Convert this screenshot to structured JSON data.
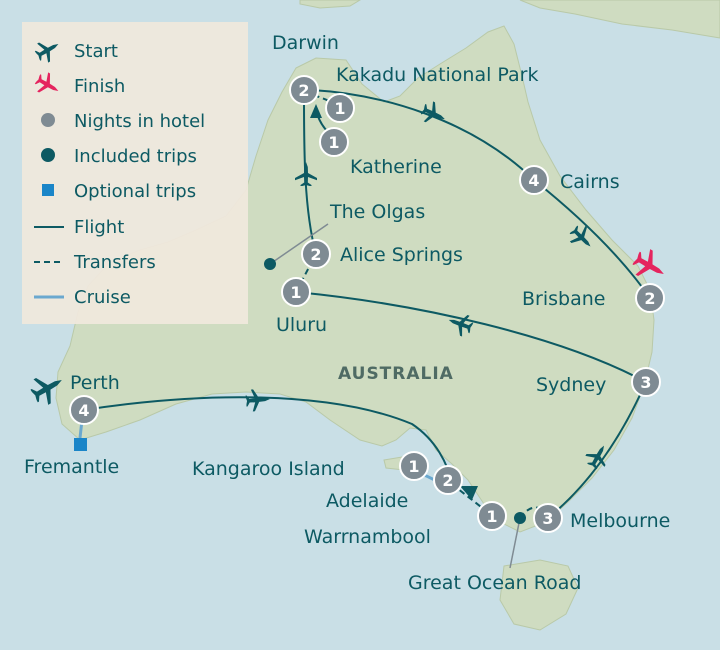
{
  "colors": {
    "sea": "#c9dfe6",
    "land": "#cfdcc1",
    "land_border": "#b9c9a8",
    "route": "#0d5a63",
    "badge": "#7f8b93",
    "included": "#0d5a63",
    "optional": "#1a85c8",
    "finish": "#e5245e",
    "cruise": "#6aa8cf",
    "legend_bg": "#efe8dc"
  },
  "legend": {
    "start": "Start",
    "finish": "Finish",
    "nights": "Nights in hotel",
    "included": "Included trips",
    "optional": "Optional trips",
    "flight": "Flight",
    "transfers": "Transfers",
    "cruise": "Cruise"
  },
  "country_label": "AUSTRALIA",
  "places": {
    "darwin": "Darwin",
    "kakadu": "Kakadu National Park",
    "katherine": "Katherine",
    "cairns": "Cairns",
    "the_olgas": "The Olgas",
    "alice_springs": "Alice Springs",
    "uluru": "Uluru",
    "brisbane": "Brisbane",
    "perth": "Perth",
    "fremantle": "Fremantle",
    "sydney": "Sydney",
    "kangaroo_island": "Kangaroo Island",
    "adelaide": "Adelaide",
    "warrnambool": "Warrnambool",
    "melbourne": "Melbourne",
    "great_ocean_road": "Great Ocean Road"
  },
  "nights": {
    "darwin": "2",
    "kakadu_a": "1",
    "kakadu_b": "1",
    "cairns": "4",
    "alice_springs": "2",
    "uluru": "1",
    "brisbane": "2",
    "sydney": "3",
    "perth": "4",
    "kangaroo_island": "1",
    "adelaide": "2",
    "warrnambool": "1",
    "melbourne": "3"
  },
  "icons": {
    "start": "plane-icon",
    "finish": "plane-icon",
    "route_plane": "plane-icon"
  }
}
